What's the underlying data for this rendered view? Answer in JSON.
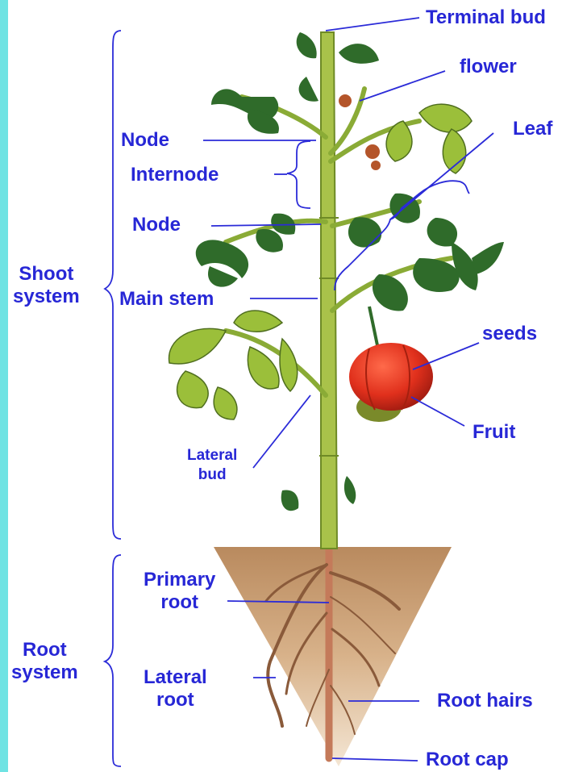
{
  "labels": {
    "terminal_bud": "Terminal bud",
    "flower": "flower",
    "leaf": "Leaf",
    "node_top": "Node",
    "internode": "Internode",
    "node_lower": "Node",
    "main_stem": "Main stem",
    "seeds": "seeds",
    "fruit": "Fruit",
    "lateral_bud": [
      "Lateral",
      "bud"
    ],
    "shoot_system": [
      "Shoot",
      "system"
    ],
    "primary_root": [
      "Primary",
      "root"
    ],
    "root_system": [
      "Root",
      "system"
    ],
    "lateral_root": [
      "Lateral",
      "root"
    ],
    "root_hairs": "Root hairs",
    "root_cap": "Root cap"
  },
  "colors": {
    "label_text": "#2727d6",
    "leader_line": "#2b2bd8",
    "left_bar": "#6fe3e3",
    "stem": "#a9c24a",
    "leaf": "#2f6b2a",
    "leaf_light": "#9bbf3a",
    "fruit": "#e0301c",
    "soil": "#c7956a"
  }
}
